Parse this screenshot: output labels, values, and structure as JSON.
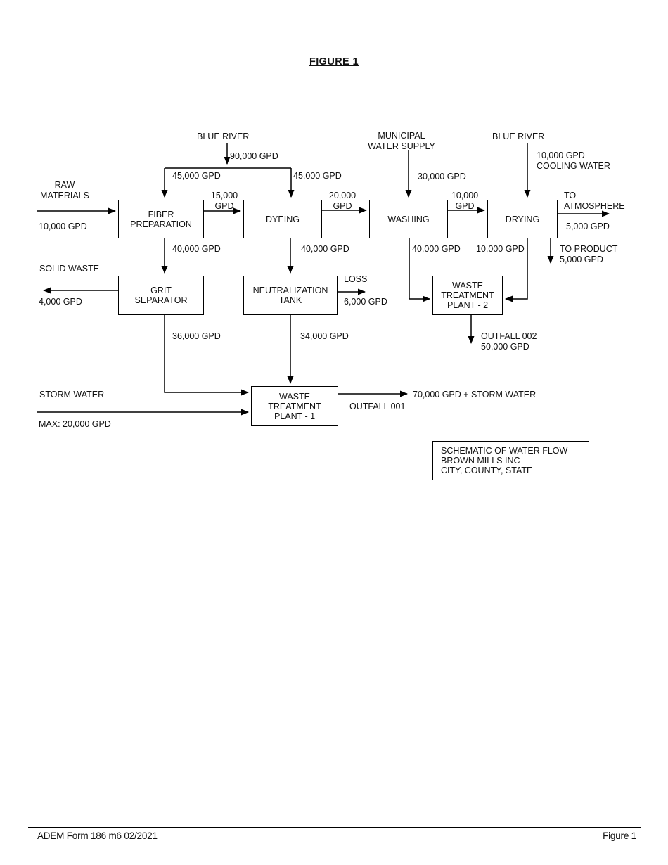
{
  "page": {
    "title": "FIGURE 1",
    "footer_left": "ADEM Form 186  m6 02/2021",
    "footer_right": "Figure 1"
  },
  "diagram": {
    "type": "process-flow-schematic",
    "line_color": "#000000",
    "boxes": [
      {
        "id": "fiber-preparation",
        "text": "FIBER\nPREPARATION"
      },
      {
        "id": "dyeing",
        "text": "DYEING"
      },
      {
        "id": "washing",
        "text": "WASHING"
      },
      {
        "id": "drying",
        "text": "DRYING"
      },
      {
        "id": "grit-separator",
        "text": "GRIT\nSEPARATOR"
      },
      {
        "id": "neutralization-tank",
        "text": "NEUTRALIZATION\nTANK"
      },
      {
        "id": "waste-treatment-plant-2",
        "text": "WASTE\nTREATMENT\nPLANT - 2"
      },
      {
        "id": "waste-treatment-plant-1",
        "text": "WASTE\nTREATMENT\nPLANT - 1"
      }
    ],
    "labels": [
      {
        "id": "blue-river-left",
        "text": "BLUE RIVER"
      },
      {
        "id": "flow-90000",
        "text": "90,000 GPD"
      },
      {
        "id": "flow-45000-left",
        "text": "45,000 GPD"
      },
      {
        "id": "flow-45000-right",
        "text": "45,000 GPD"
      },
      {
        "id": "raw-materials",
        "text": "RAW\nMATERIALS"
      },
      {
        "id": "flow-10000-raw",
        "text": "10,000 GPD"
      },
      {
        "id": "flow-15000",
        "text": "15,000\nGPD"
      },
      {
        "id": "flow-20000",
        "text": "20,000\nGPD"
      },
      {
        "id": "municipal-water-supply",
        "text": "MUNICIPAL\nWATER SUPPLY"
      },
      {
        "id": "flow-30000",
        "text": "30,000 GPD"
      },
      {
        "id": "flow-10000-wash-dry",
        "text": "10,000\nGPD"
      },
      {
        "id": "blue-river-right",
        "text": "BLUE RIVER"
      },
      {
        "id": "cooling-water",
        "text": "10,000 GPD\nCOOLING WATER"
      },
      {
        "id": "to-atmosphere",
        "text": "TO\nATMOSPHERE"
      },
      {
        "id": "flow-5000-atmosphere",
        "text": "5,000 GPD"
      },
      {
        "id": "flow-40000-fiber",
        "text": "40,000 GPD"
      },
      {
        "id": "flow-40000-dyeing",
        "text": "40,000 GPD"
      },
      {
        "id": "flow-40000-washing",
        "text": "40,000 GPD"
      },
      {
        "id": "flow-10000-drying",
        "text": "10,000 GPD"
      },
      {
        "id": "to-product",
        "text": "TO PRODUCT\n5,000 GPD"
      },
      {
        "id": "solid-waste",
        "text": "SOLID WASTE"
      },
      {
        "id": "flow-4000",
        "text": "4,000 GPD"
      },
      {
        "id": "loss",
        "text": "LOSS"
      },
      {
        "id": "flow-6000",
        "text": "6,000 GPD"
      },
      {
        "id": "flow-36000",
        "text": "36,000 GPD"
      },
      {
        "id": "flow-34000",
        "text": "34,000 GPD"
      },
      {
        "id": "outfall-002",
        "text": "OUTFALL 002\n50,000 GPD"
      },
      {
        "id": "storm-water",
        "text": "STORM WATER"
      },
      {
        "id": "storm-water-max",
        "text": "MAX: 20,000 GPD"
      },
      {
        "id": "outfall-001",
        "text": "OUTFALL 001"
      },
      {
        "id": "flow-70000-storm",
        "text": "70,000 GPD + STORM WATER"
      }
    ],
    "caption": {
      "text": "SCHEMATIC OF WATER FLOW\nBROWN MILLS INC\nCITY, COUNTY, STATE"
    }
  }
}
